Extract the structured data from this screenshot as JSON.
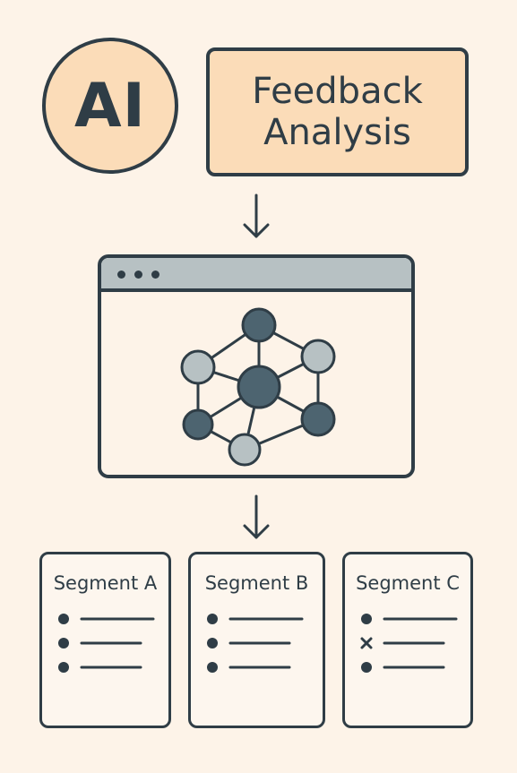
{
  "logo": {
    "label": "AI"
  },
  "title": {
    "text": "Feedback\nAnalysis"
  },
  "network": {
    "nodes": [
      {
        "id": "top",
        "shade": "dark"
      },
      {
        "id": "upper-left",
        "shade": "light"
      },
      {
        "id": "upper-right",
        "shade": "light"
      },
      {
        "id": "center",
        "shade": "dark"
      },
      {
        "id": "lower-left",
        "shade": "dark"
      },
      {
        "id": "lower-right",
        "shade": "dark"
      },
      {
        "id": "bottom",
        "shade": "light"
      }
    ]
  },
  "segments": [
    {
      "title": "Segment A",
      "markers": [
        "dot",
        "dot",
        "dot"
      ]
    },
    {
      "title": "Segment B",
      "markers": [
        "dot",
        "dot",
        "dot"
      ]
    },
    {
      "title": "Segment C",
      "markers": [
        "dot",
        "cross",
        "dot"
      ]
    }
  ],
  "colors": {
    "background": "#fdf3e8",
    "accent": "#fbdcb8",
    "ink": "#2f3d46",
    "node_dark": "#4d6470",
    "node_light": "#b7c1c3"
  }
}
